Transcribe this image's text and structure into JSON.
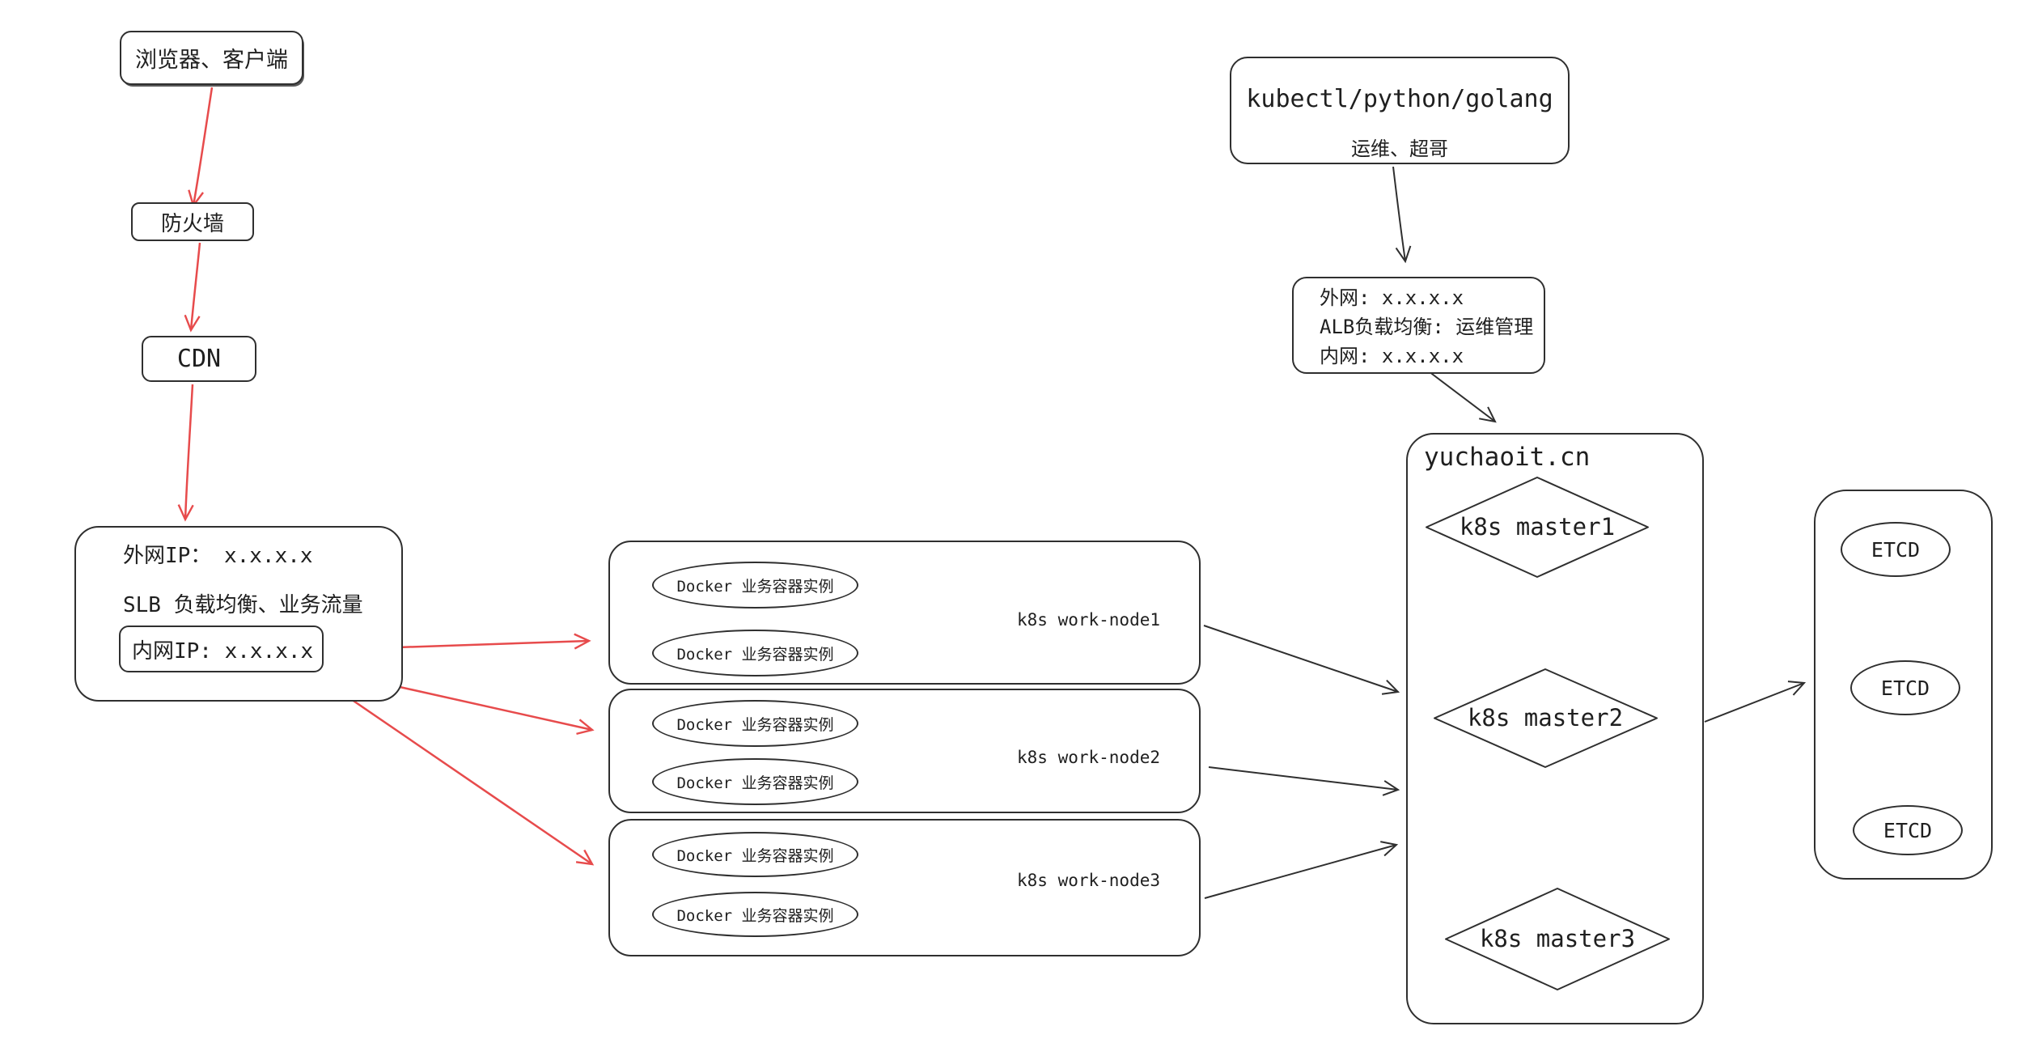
{
  "colors": {
    "ink": "#2f2f2f",
    "ink_text": "#1f1f1f",
    "arrow_red": "#e74b4c"
  },
  "nodes": {
    "browser": {
      "label": "浏览器、客户端"
    },
    "firewall": {
      "label": "防火墙"
    },
    "cdn": {
      "label": "CDN"
    },
    "slb": {
      "public_ip": "外网IP：  x.x.x.x",
      "title": "SLB 负载均衡、业务流量",
      "private_ip": "内网IP: x.x.x.x"
    },
    "worknodes": [
      {
        "label": "k8s work-node1",
        "containers": [
          "Docker 业务容器实例",
          "Docker 业务容器实例"
        ]
      },
      {
        "label": "k8s work-node2",
        "containers": [
          "Docker 业务容器实例",
          "Docker 业务容器实例"
        ]
      },
      {
        "label": "k8s work-node3",
        "containers": [
          "Docker 业务容器实例",
          "Docker 业务容器实例"
        ]
      }
    ],
    "ops_client": {
      "line1": "kubectl/python/golang",
      "line2": "运维、超哥"
    },
    "alb": {
      "line1": "外网: x.x.x.x",
      "line2": "ALB负载均衡: 运维管理",
      "line3": "内网: x.x.x.x"
    },
    "cluster": {
      "title": "yuchaoit.cn",
      "masters": [
        "k8s master1",
        "k8s master2",
        "k8s master3"
      ]
    },
    "etcd": {
      "items": [
        "ETCD",
        "ETCD",
        "ETCD"
      ]
    }
  }
}
